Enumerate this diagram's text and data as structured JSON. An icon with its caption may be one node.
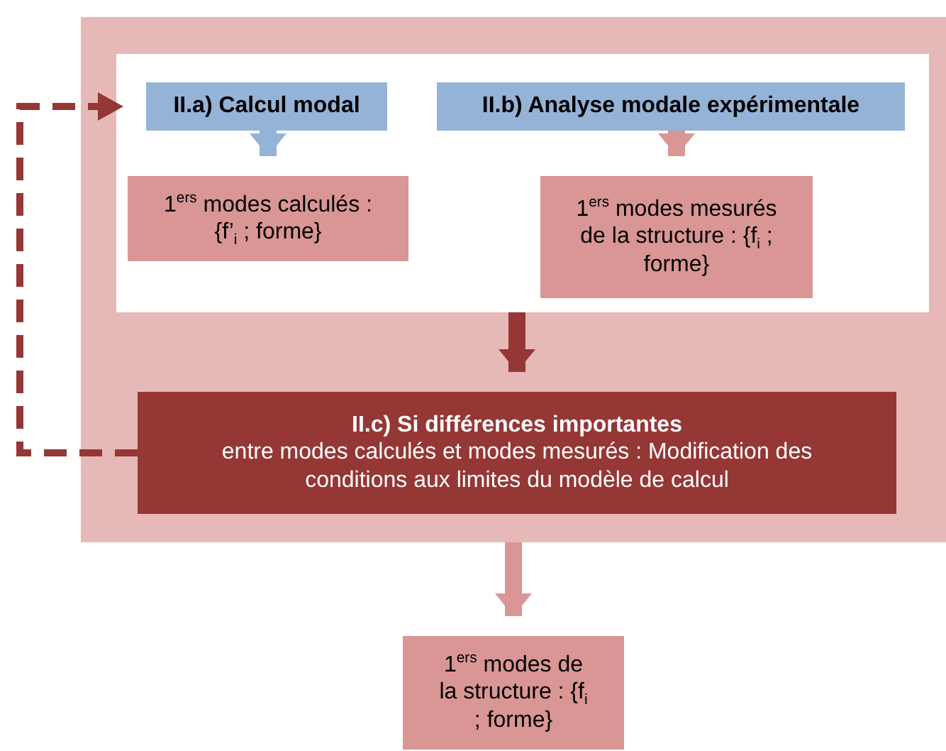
{
  "diagram": {
    "nodes": [
      {
        "text": [],
        "shape": "box"
      },
      {
        "text": [],
        "shape": "box",
        "in": 0
      },
      {
        "text": [
          "II.a) Calcul modal"
        ],
        "in": 1
      },
      {
        "text": [
          "II.b) Analyse modale expérimentale"
        ],
        "in": 1
      },
      {
        "text": [
          "1$^{ers}$ modes calculés : {f’$_{i}$ ; forme}"
        ],
        "in": 1
      },
      {
        "text": [
          "1$^{ers}$ modes mesurés de la structure : {f$_{i}$ ; forme}"
        ],
        "in": 1
      },
      {
        "text": [
          "II.c) Si différences importantes",
          "entre modes calculés et modes mesurés : Modification des conditions aux limites du modèle de calcul"
        ],
        "in": 0
      },
      {
        "text": [
          "1$^{ers}$ modes de la structure : {f$_{i}$ ; forme}"
        ]
      }
    ],
    "edges": [
      {
        "from": 2,
        "to": 4,
        "arrow": "to",
        "color": "#95b3d7"
      },
      {
        "from": 3,
        "to": 5,
        "arrow": "to",
        "color": "#d99694"
      },
      {
        "from": 1,
        "to": 6,
        "arrow": "to",
        "color": "#953735"
      },
      {
        "from": 0,
        "to": 7,
        "arrow": "to",
        "color": "#d99694"
      },
      {
        "from": 6,
        "to": 2,
        "arrow": "to",
        "style": "dashed",
        "color": "#953735"
      }
    ]
  }
}
